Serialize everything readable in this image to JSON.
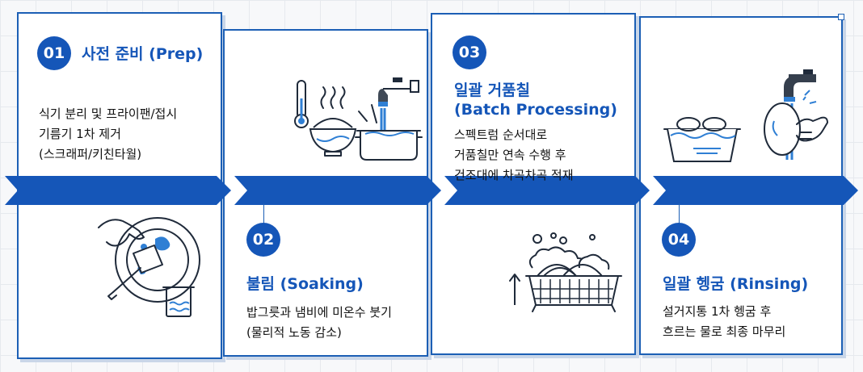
{
  "colors": {
    "accent": "#1556b8",
    "arrow": "#1556b8",
    "border": "#1c5fb5"
  },
  "steps": [
    {
      "number": "01",
      "title": "사전 준비 (Prep)",
      "desc": [
        "식기 분리 및 프라이팬/접시",
        "기름기 1차 제거",
        "(스크래퍼/키친타월)"
      ],
      "icon": "scraping-plate-icon"
    },
    {
      "number": "02",
      "title": "불림 (Soaking)",
      "desc": [
        "밥그릇과 냄비에 미온수 붓기",
        "(물리적 노동 감소)"
      ],
      "icon": "soaking-pot-icon"
    },
    {
      "number": "03",
      "title_line1": "일괄 거품칠",
      "title_line2": "(Batch Processing)",
      "desc": [
        "스펙트럼 순서대로",
        "거품칠만 연속 수행 후",
        "건조대에 차곡차곡 적재"
      ],
      "icon": "foamy-dish-rack-icon"
    },
    {
      "number": "04",
      "title": "일괄 헹굼 (Rinsing)",
      "desc": [
        "설거지통 1차 헹굼 후",
        "흐르는 물로 최종 마무리"
      ],
      "icon": "rinsing-tap-icon"
    }
  ]
}
